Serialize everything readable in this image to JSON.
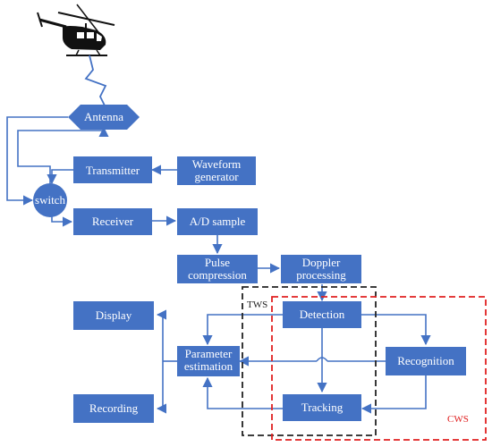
{
  "diagram": {
    "colors": {
      "box": "#4472c4",
      "line": "#4472c4",
      "tws": "#222222",
      "cws": "#e02020"
    },
    "nodes": {
      "antenna": [
        "Antenna"
      ],
      "switch": [
        "switch"
      ],
      "transmitter": [
        "Transmitter"
      ],
      "waveform": [
        "Waveform",
        "generator"
      ],
      "receiver": [
        "Receiver"
      ],
      "ad_sample": [
        "A/D sample"
      ],
      "pulse_compression": [
        "Pulse",
        "compression"
      ],
      "doppler": [
        "Doppler",
        "processing"
      ],
      "detection": [
        "Detection"
      ],
      "recognition": [
        "Recognition"
      ],
      "tracking": [
        "Tracking"
      ],
      "parameter_estimation": [
        "Parameter",
        "estimation"
      ],
      "display": [
        "Display"
      ],
      "recording": [
        "Recording"
      ]
    },
    "regions": {
      "tws": "TWS",
      "cws": "CWS"
    },
    "icons": {
      "helicopter": "helicopter-icon"
    }
  }
}
